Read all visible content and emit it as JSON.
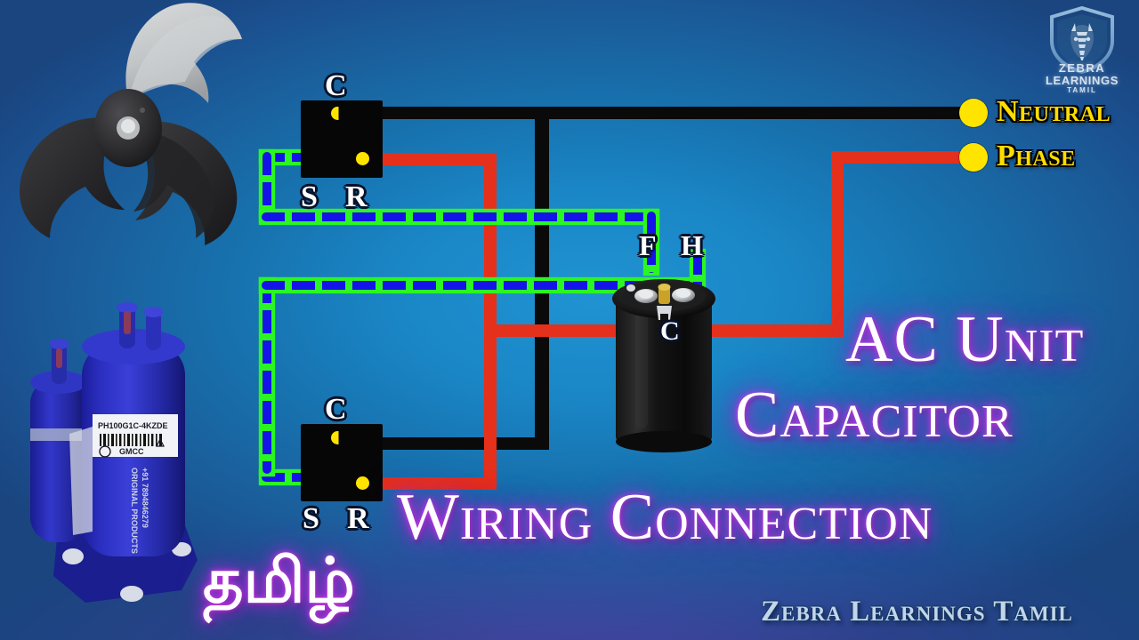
{
  "video": {
    "watermark": "Zebra Learnings Tamil",
    "background_color": "#1a86c6",
    "background_color_edge": "#1a457f"
  },
  "logo": {
    "name": "zebra-shield-logo",
    "line1": "ZEBRA",
    "line2": "LEARNINGS",
    "line3": "TAMIL"
  },
  "titles": {
    "line1": "AC Unit",
    "line2": "Capacitor",
    "line3": "Wiring Connection",
    "tamil": "தமிழ்",
    "glow_color": "#c23af0"
  },
  "supply": {
    "neutral": {
      "label": "Neutral",
      "wire_color": "#0a0a0a",
      "terminal_color": "#ffe400"
    },
    "phase": {
      "label": "Phase",
      "wire_color": "#e5301b",
      "terminal_color": "#ffe400"
    }
  },
  "components": {
    "fan": {
      "name": "condenser-fan-blade",
      "blades": 3
    },
    "compressor": {
      "name": "rotary-compressor",
      "label_code": "PH100G1C-4KZDE",
      "brand": "GMCC",
      "text_line1": "ORIGINAL PRODUCTS",
      "text_line2": "+91 7894846279"
    },
    "capacitor": {
      "name": "dual-run-capacitor",
      "terminals": [
        {
          "id": "F",
          "label": "F",
          "role": "fan"
        },
        {
          "id": "H",
          "label": "H",
          "role": "herm"
        },
        {
          "id": "C",
          "label": "C",
          "role": "common"
        }
      ]
    },
    "fan_motor": {
      "name": "fan-motor-terminal-block",
      "terminals": [
        {
          "id": "C",
          "label": "C"
        },
        {
          "id": "S",
          "label": "S"
        },
        {
          "id": "R",
          "label": "R"
        }
      ]
    },
    "compressor_motor": {
      "name": "compressor-motor-terminal-block",
      "terminals": [
        {
          "id": "C",
          "label": "C"
        },
        {
          "id": "S",
          "label": "S"
        },
        {
          "id": "R",
          "label": "R"
        }
      ]
    }
  },
  "wires": [
    {
      "name": "fan-motor-c-to-neutral",
      "color": "#0a0a0a"
    },
    {
      "name": "compressor-c-to-neutral",
      "color": "#0a0a0a"
    },
    {
      "name": "fan-motor-r-to-phase",
      "color": "#e5301b"
    },
    {
      "name": "compressor-r-to-phase",
      "color": "#e5301b"
    },
    {
      "name": "capacitor-c-to-phase",
      "color": "#e5301b"
    },
    {
      "name": "fan-motor-s-to-capacitor-f",
      "color": "#2bf523"
    },
    {
      "name": "compressor-s-to-capacitor-h",
      "color": "#2bf523"
    }
  ]
}
